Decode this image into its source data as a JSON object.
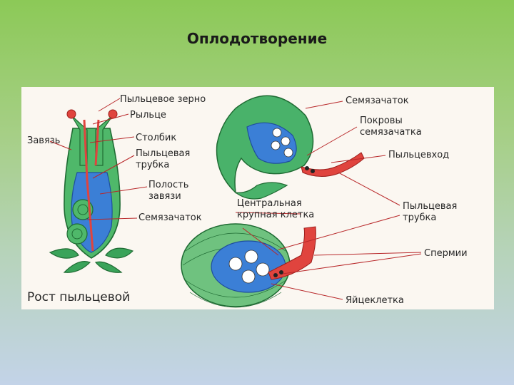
{
  "slide": {
    "title": "Оплодотворение"
  },
  "labels": {
    "pollen_grain": "Пыльцевое зерно",
    "stigma": "Рыльце",
    "ovary": "Завязь",
    "style": "Столбик",
    "pollen_tube_1": "Пыльцевая",
    "pollen_tube_2": "трубка",
    "ovary_cavity_1": "Полость",
    "ovary_cavity_2": "завязи",
    "ovule_left": "Семязачаток",
    "ovule_top": "Семязачаток",
    "integuments_1": "Покровы",
    "integuments_2": "семязачатка",
    "micropyle": "Пыльцевход",
    "central_cell_1": "Центральная",
    "central_cell_2": "крупная клетка",
    "pollen_tube_right_1": "Пыльцевая",
    "pollen_tube_right_2": "трубка",
    "sperm": "Спермии",
    "egg_cell": "Яйцеклетка",
    "caption": "Рост пыльцевой"
  }
}
